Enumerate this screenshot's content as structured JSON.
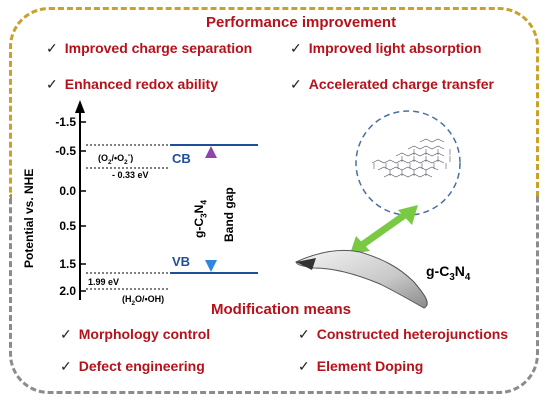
{
  "title_top": "Performance improvement",
  "top_items": [
    "Improved charge separation",
    "Improved light absorption",
    "Enhanced redox ability",
    "Accelerated charge transfer"
  ],
  "title_bottom": "Modification means",
  "bottom_items": [
    "Morphology control",
    "Constructed heterojunctions",
    "Defect engineering",
    "Element Doping"
  ],
  "check_mark": "✓",
  "axis": {
    "label": "Potential vs. NHE",
    "ticks": [
      "-1.5",
      "-0.5",
      "0.0",
      "0.5",
      "1.5",
      "2.0"
    ]
  },
  "annotations": {
    "o2_couple_pre": "(O",
    "o2_couple_mid": "/•O",
    "o2_couple_post": ")",
    "o2_superscript": "-",
    "o2_value": "- 0.33 eV",
    "h2o_value": "1.99 eV",
    "h2o_couple_pre": "(H",
    "h2o_couple_post": "O/•OH)",
    "cb": "CB",
    "vb": "VB",
    "band_gap": "Band gap",
    "material_prefix": "g-C",
    "material_mid": "N",
    "subscript_3": "3",
    "subscript_4": "4",
    "subscript_2": "2"
  },
  "colors": {
    "accent_red": "#b5121b",
    "band_blue": "#1f4e9a",
    "arrow_green": "#7ac943",
    "frame_gold": "#c9a227",
    "frame_grey": "#8c8c8c"
  }
}
